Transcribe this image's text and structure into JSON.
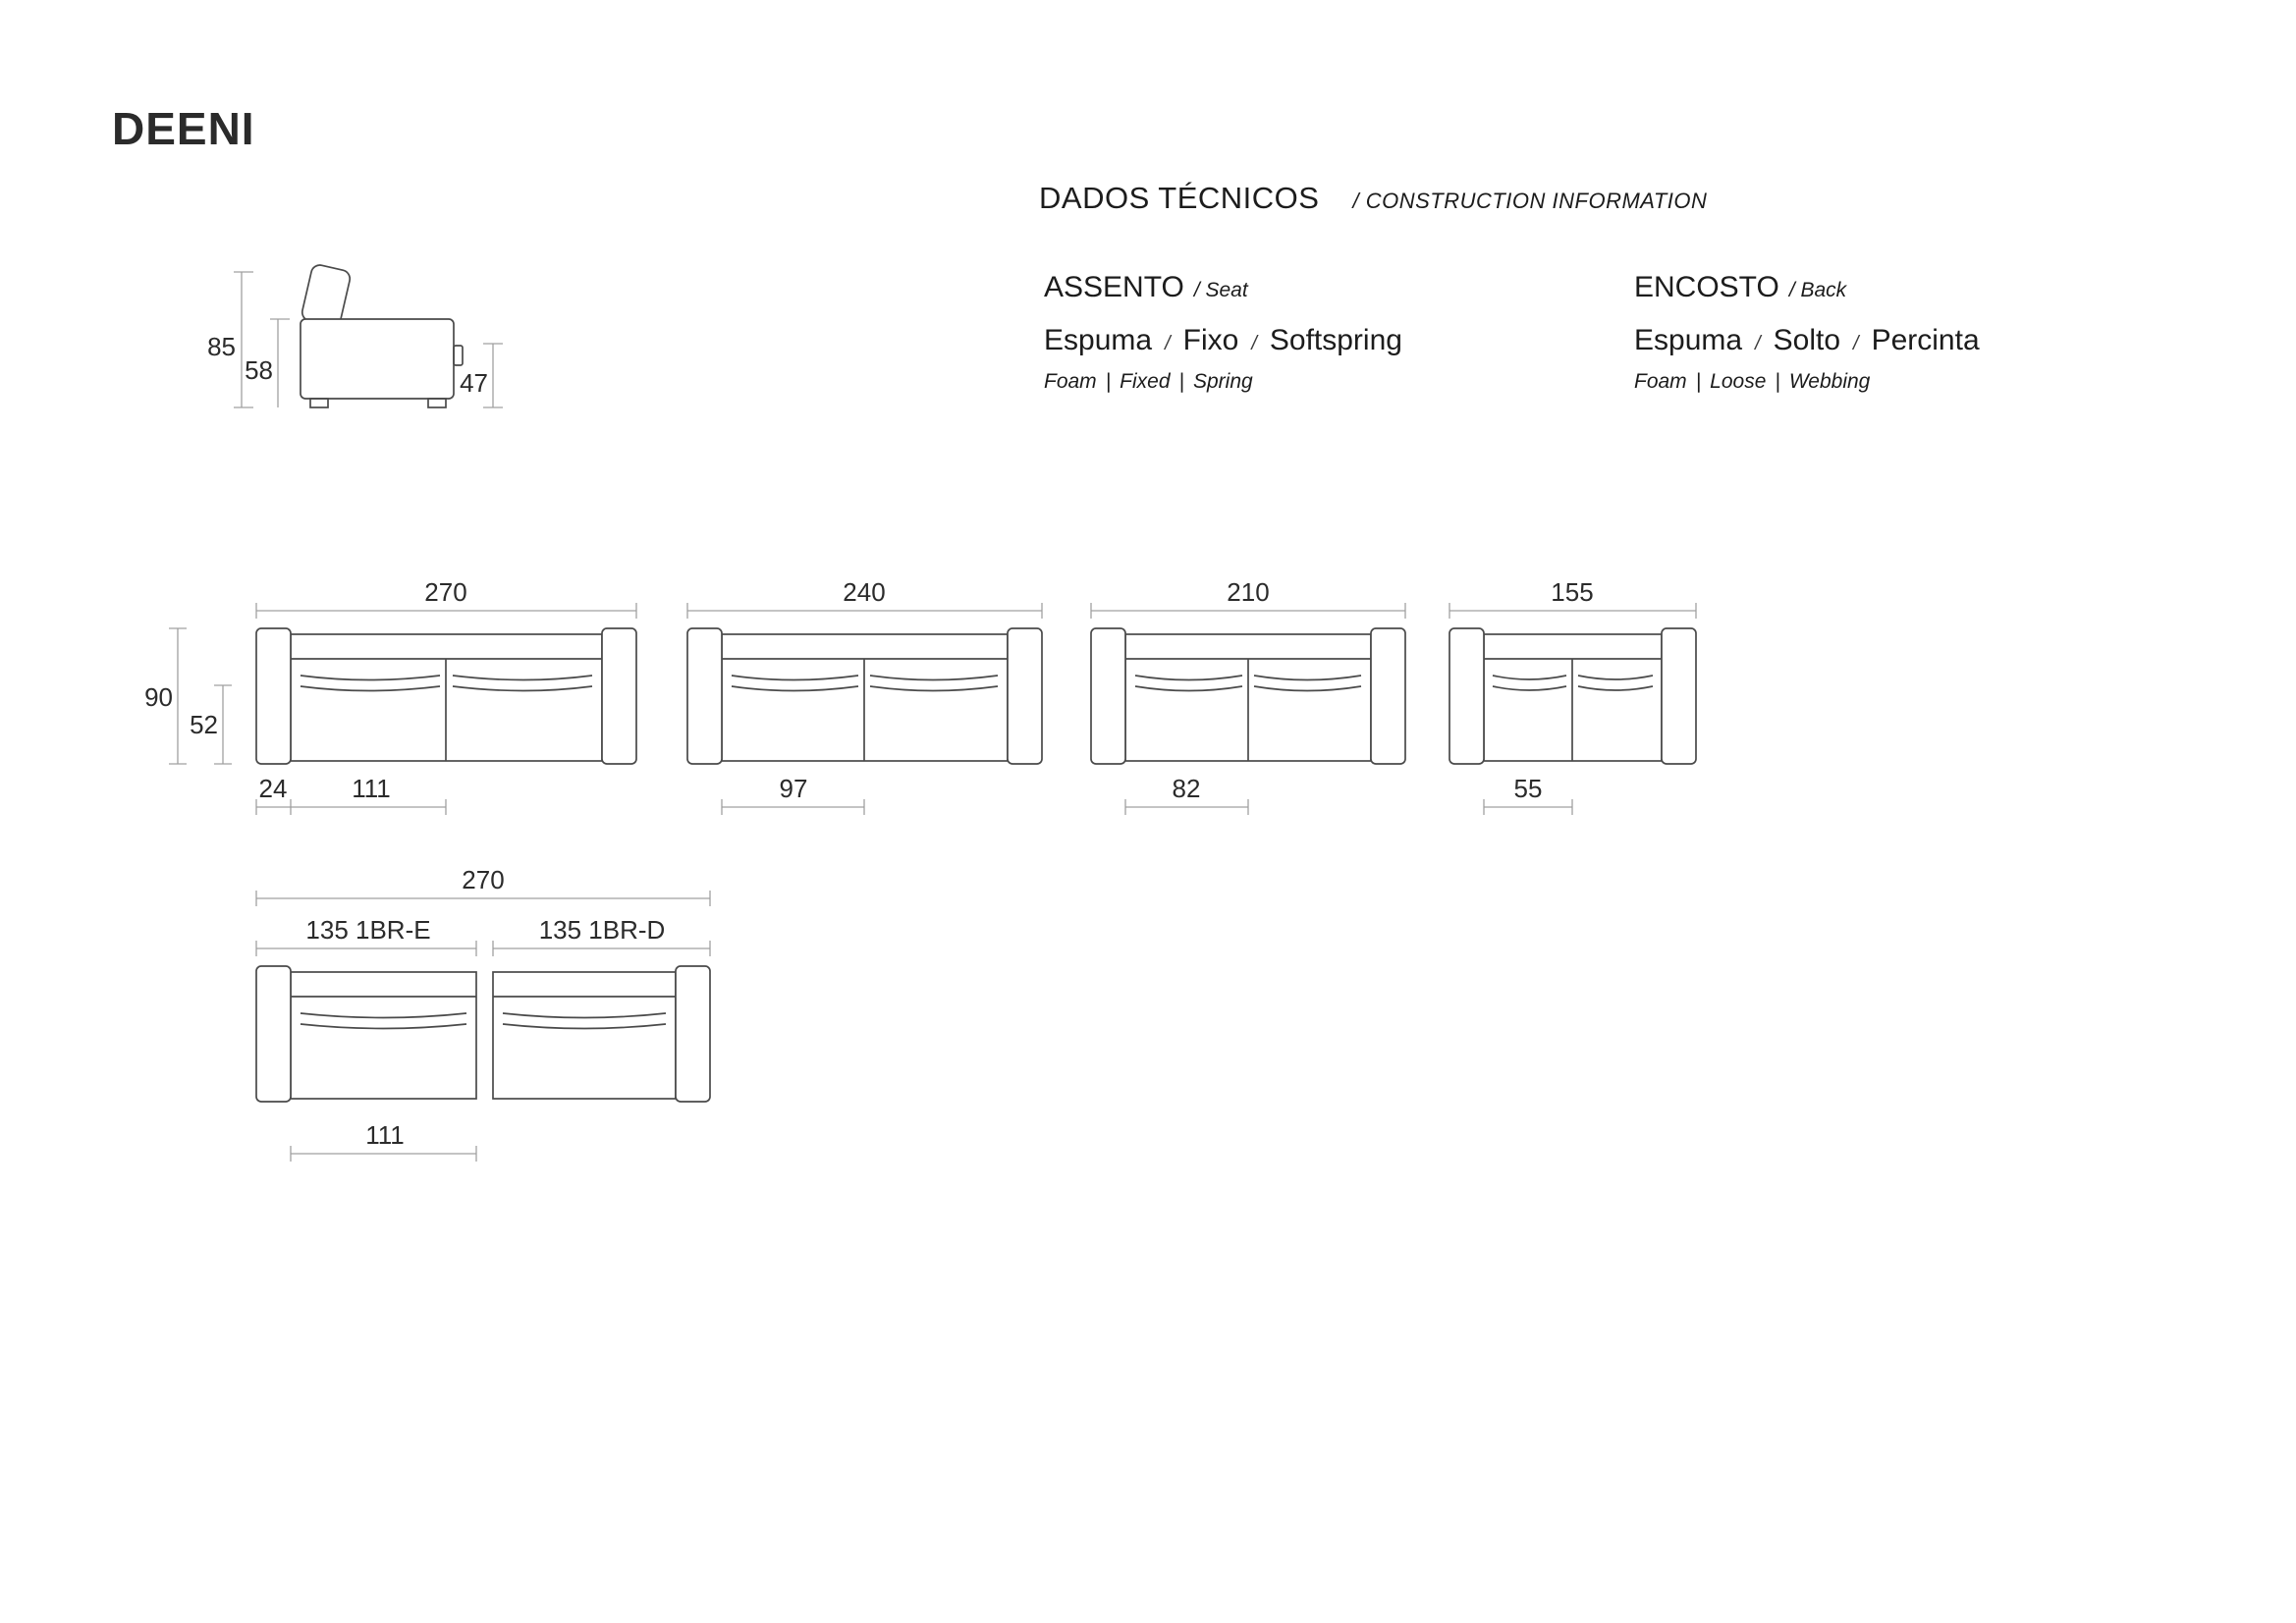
{
  "page": {
    "title": "DEENI"
  },
  "header": {
    "title": "DADOS TÉCNICOS",
    "subtitle": "/ CONSTRUCTION INFORMATION"
  },
  "palette": {
    "line": "#4a4a4a",
    "dimension_line": "#a0a0a0",
    "text": "#1c1c1c"
  },
  "specs": {
    "seat": {
      "title": "ASSENTO",
      "subtitle": "/ Seat",
      "sep_pt": "/",
      "sep_en": "|",
      "pt": [
        "Espuma",
        "Fixo",
        "Softspring"
      ],
      "en": [
        "Foam",
        "Fixed",
        "Spring"
      ]
    },
    "back": {
      "title": "ENCOSTO",
      "subtitle": "/ Back",
      "sep_pt": "/",
      "sep_en": "|",
      "pt": [
        "Espuma",
        "Solto",
        "Percinta"
      ],
      "en": [
        "Foam",
        "Loose",
        "Webbing"
      ]
    }
  },
  "side_view": {
    "total_height": "85",
    "body_height": "58",
    "arm_height": "47"
  },
  "front_row": {
    "overall_height": "90",
    "seat_height": "52",
    "sofas": [
      {
        "width": "270",
        "arm_width": "24",
        "seat_width": "111"
      },
      {
        "width": "240",
        "seat_width": "97"
      },
      {
        "width": "210",
        "seat_width": "82"
      },
      {
        "width": "155",
        "seat_width": "55"
      }
    ]
  },
  "modules": {
    "total_width": "270",
    "left": "135 1BR-E",
    "right": "135 1BR-D",
    "seat_width": "111"
  }
}
